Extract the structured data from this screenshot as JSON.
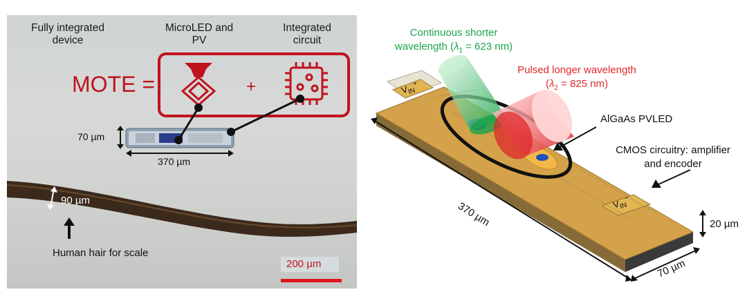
{
  "left_panel": {
    "label_device": "Fully integrated device",
    "label_microled": "MicroLED and PV",
    "label_ic": "Integrated circuit",
    "mote_equation": "MOTE =",
    "plus": "+",
    "dim_70": "70 µm",
    "dim_370": "370 µm",
    "dim_90": "90 µm",
    "hair_caption": "Human hair for scale",
    "scale_bar": "200 µm"
  },
  "right_panel": {
    "continuous_line1": "Continuous shorter",
    "continuous_line2_prefix": "wavelength (",
    "lambda": "λ",
    "lambda1_sub": "1",
    "continuous_value": " = 623 nm)",
    "pulsed_line1": "Pulsed longer wavelength",
    "pulsed_prefix": "(",
    "lambda2_sub": "2",
    "pulsed_value": " = 825 nm)",
    "pvled": "AlGaAs PVLED",
    "cmos_line1": "CMOS circuitry: amplifier",
    "cmos_line2": "and encoder",
    "dim_370": "370 µm",
    "dim_70": "70 µm",
    "dim_20": "20 µm",
    "vin": "V",
    "vin_sub": "IN",
    "vin_plus": "+",
    "vin_minus": "−"
  },
  "colors": {
    "mote_red": "#c0121c",
    "green": "#1aa34a",
    "pulsed_red": "#e0272c",
    "chip_gold": "#d4a24a",
    "chip_dark": "#3a3a3a"
  }
}
